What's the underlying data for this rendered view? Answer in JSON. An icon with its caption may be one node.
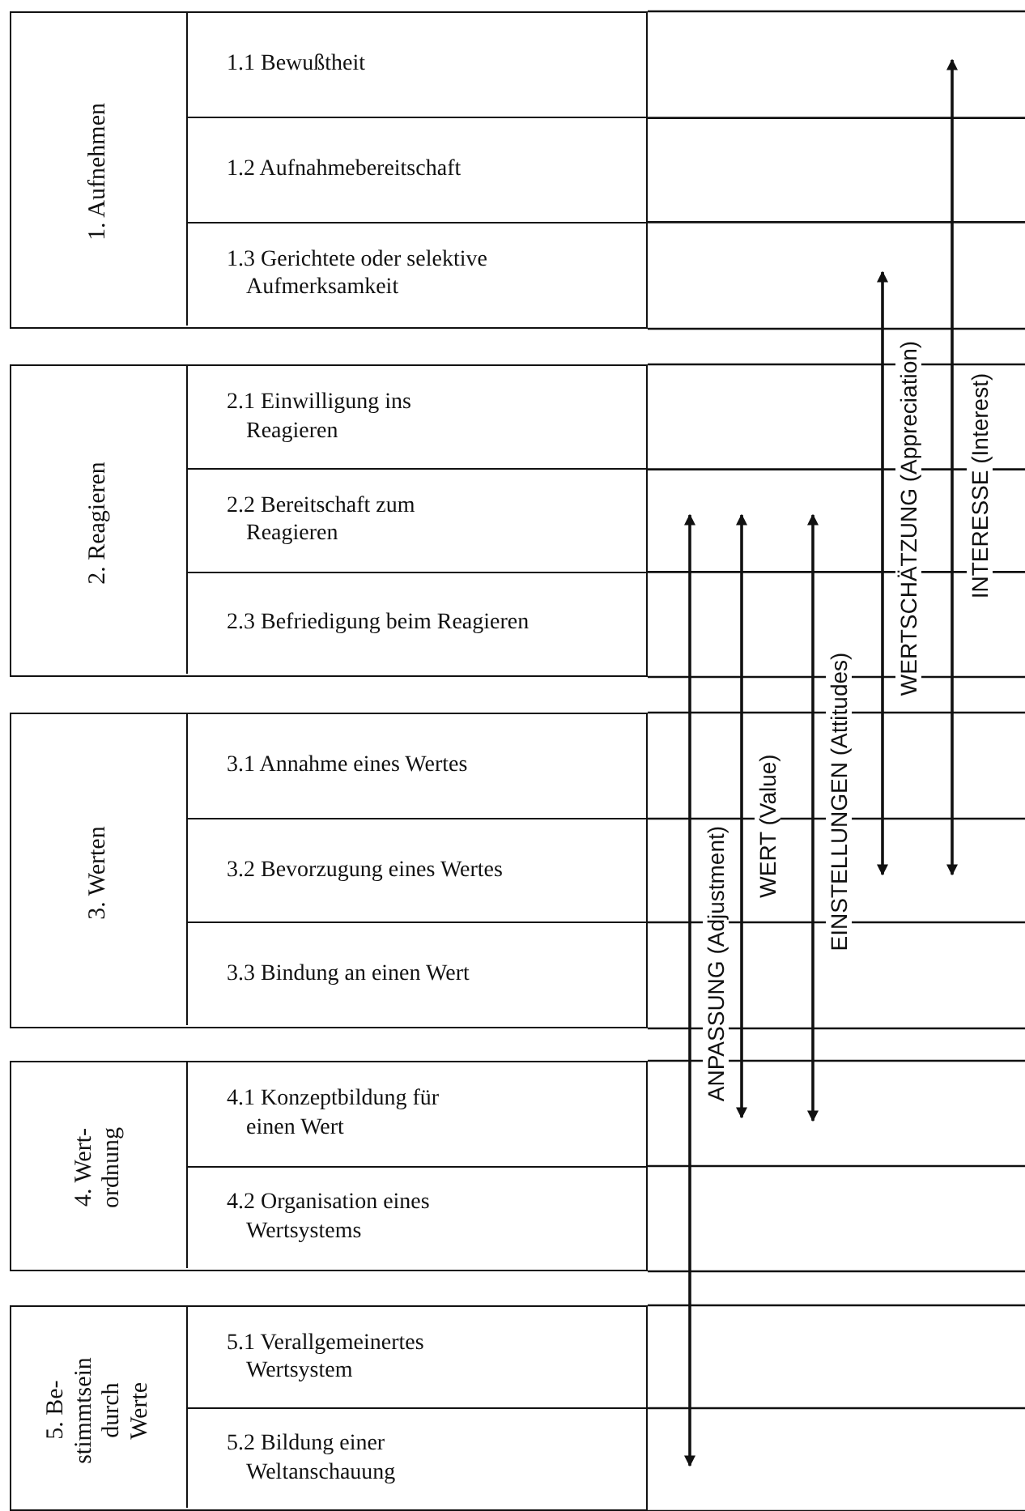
{
  "diagram": {
    "nodes": [
      {
        "text": [
          "1. Aufnehmen"
        ]
      },
      {
        "text": [
          "1.1 Bewußtheit"
        ],
        "in": 0
      },
      {
        "text": [
          "1.2 Aufnahmebereitschaft"
        ],
        "in": 0
      },
      {
        "text": [
          "1.3 Gerichtete oder selektive Aufmerksamkeit"
        ],
        "in": 0
      },
      {
        "text": [
          "2. Reagieren"
        ]
      },
      {
        "text": [
          "2.1 Einwilligung ins Reagieren"
        ],
        "in": 4
      },
      {
        "text": [
          "2.2 Bereitschaft zum Reagieren"
        ],
        "in": 4
      },
      {
        "text": [
          "2.3 Befriedigung beim Reagieren"
        ],
        "in": 4
      },
      {
        "text": [
          "3. Werten"
        ]
      },
      {
        "text": [
          "3.1 Annahme eines Wertes"
        ],
        "in": 8
      },
      {
        "text": [
          "3.2 Bevorzugung eines Wertes"
        ],
        "in": 8
      },
      {
        "text": [
          "3.3 Bindung an einen Wert"
        ],
        "in": 8
      },
      {
        "text": [
          "4. Wert- ordnung"
        ]
      },
      {
        "text": [
          "4.1 Konzeptbildung für einen Wert"
        ],
        "in": 12
      },
      {
        "text": [
          "4.2 Organisation eines Wertsystems"
        ],
        "in": 12
      },
      {
        "text": [
          "5. Be- stimmtsein durch Werte"
        ]
      },
      {
        "text": [
          "5.1 Verallgemeinertes Wertsystem"
        ],
        "in": 15
      },
      {
        "text": [
          "5.2 Bildung einer Weltanschauung"
        ],
        "in": 15
      }
    ],
    "edges": [],
    "labels": [
      "ANPASSUNG (Adjustment)",
      "WERT (Value)",
      "EINSTELLUNGEN (Attitudes)",
      "WERTSCHÄTZUNG (Appreciation)",
      "INTERESSE (Interest)"
    ]
  }
}
